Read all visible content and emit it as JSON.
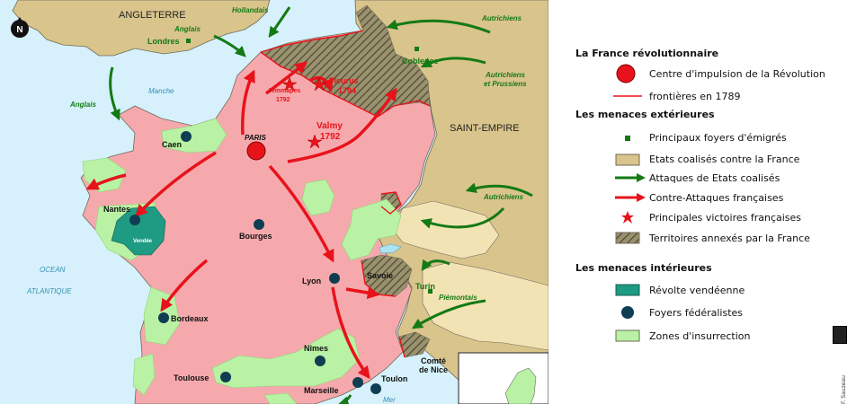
{
  "map": {
    "countries": {
      "england": "ANGLETERRE",
      "empire": "SAINT-EMPIRE"
    },
    "sea": {
      "manche": "Manche",
      "ocean_1": "OCEAN",
      "ocean_2": "ATLANTIQUE",
      "mer": "Mer"
    },
    "actors": {
      "hollandais": "Hollandais",
      "anglais_1": "Anglais",
      "anglais_2": "Anglais",
      "autrichiens_1": "Autrichiens",
      "autrichiens_prussiens_1": "Autrichiens",
      "autrichiens_prussiens_2": "et Prussiens",
      "autrichiens_2": "Autrichiens",
      "piemontais": "Piémontais"
    },
    "emigre_centres": [
      "Londres",
      "Coblence",
      "Turin"
    ],
    "capital": "PARIS",
    "victories": [
      {
        "name": "Jemmapes",
        "year": "1792"
      },
      {
        "name": "Fleurus",
        "year": "1794"
      },
      {
        "name": "Valmy",
        "year": "1792"
      }
    ],
    "federalist_cities": [
      "Caen",
      "Nantes",
      "Bourges",
      "Lyon",
      "Bordeaux",
      "Nîmes",
      "Toulouse",
      "Marseille",
      "Toulon"
    ],
    "vendee": "Vendée",
    "annexed": [
      "Savoie",
      "Comté",
      "de Nice"
    ]
  },
  "legend": {
    "section_1": "La France révolutionnaire",
    "centre": "Centre d'impulsion de la Révolution",
    "frontier": "frontières en 1789",
    "section_2": "Les menaces extérieures",
    "emigres": "Principaux foyers d'émigrés",
    "coalition_states": "Etats coalisés contre la France",
    "coalition_attacks": "Attaques de Etats coalisés",
    "french_counter": "Contre-Attaques françaises",
    "victories": "Principales victoires françaises",
    "annexed": "Territoires annexés par la France",
    "section_3": "Les menaces intérieures",
    "vendee_revolt": "Révolte vendéenne",
    "federalists": "Foyers fédéralistes",
    "insurrection": "Zones d'insurrection"
  },
  "credit": "F. Sauzeau",
  "colors": {
    "sea": "#d6f1fb",
    "france": "#f6a9ad",
    "coalition": "#d9c48c",
    "swiss": "#f2e3b4",
    "insurrection": "#b9f2a4",
    "vendee": "#1f9a83",
    "federalist": "#0f3d52",
    "red": "#e8121b",
    "green": "#137a14",
    "annexed_stripe": "#5e5a45"
  }
}
